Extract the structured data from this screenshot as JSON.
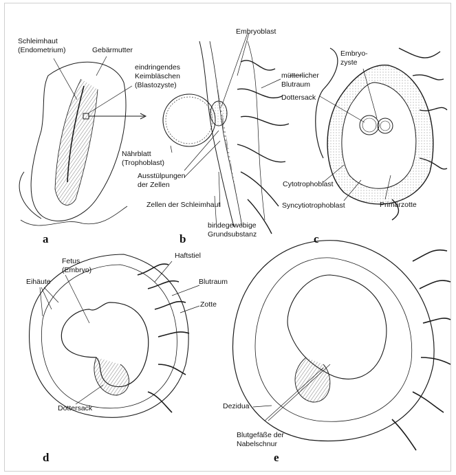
{
  "panels": {
    "a": {
      "letter": "a",
      "labels": {
        "schleimhaut": "Schleimhaut\n(Endometrium)",
        "gebaermutter": "Gebärmutter",
        "keimblaeschen": "eindringendes\nKeimbläschen\n(Blastozyste)"
      }
    },
    "b": {
      "letter": "b",
      "labels": {
        "embryoblast": "Embryoblast",
        "naehrblatt": "Nährblatt\n(Trophoblast)",
        "ausstuelpungen": "Ausstülpungen\nder Zellen",
        "zellen": "Zellen der Schleimhaut",
        "grundsubstanz": "bindegewebige\nGrundsubstanz"
      }
    },
    "c": {
      "letter": "c",
      "labels": {
        "blutraum": "mütterlicher\nBlutraum",
        "embryozyste": "Embryo-\nzyste",
        "dottersack": "Dottersack",
        "cytotrophoblast": "Cytotrophoblast",
        "syncytiotrophoblast": "Syncytiotrophoblast",
        "primaerzotte": "Primärzotte"
      }
    },
    "d": {
      "letter": "d",
      "labels": {
        "fetus": "Fetus\n(Embryo)",
        "eihaeute": "Eihäute",
        "haftstiel": "Haftstiel",
        "blutraum": "Blutraum",
        "zotte": "Zotte",
        "dottersack": "Dottersack"
      }
    },
    "e": {
      "letter": "e",
      "labels": {
        "dezidua": "Dezidua",
        "blutgefaesse": "Blutgefäße der\nNabelschnur"
      }
    }
  },
  "colors": {
    "ink": "#1a1a1a",
    "stipple": "#555555",
    "frame": "#cfcfcf"
  }
}
